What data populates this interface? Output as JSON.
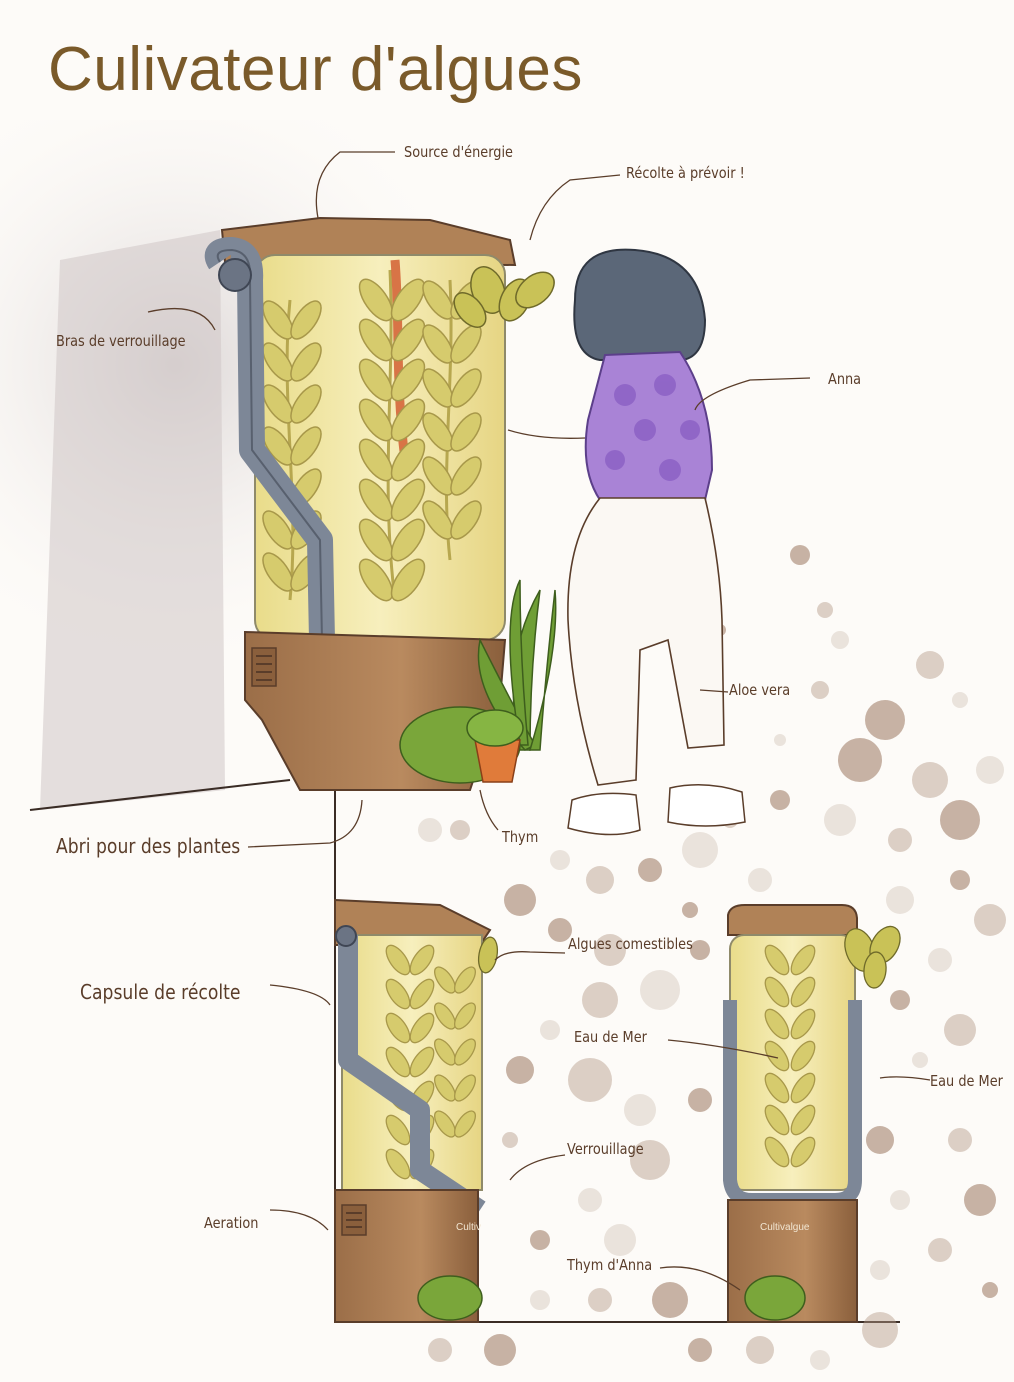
{
  "title": "Culivateur d'algues",
  "labels": {
    "source_energie": "Source d'énergie",
    "recolte_prevoir": "Récolte à prévoir !",
    "bras_verrouillage": "Bras de verrouillage",
    "anna": "Anna",
    "aloe_vera": "Aloe vera",
    "abri_plantes": "Abri pour des plantes",
    "thym": "Thym",
    "algues_comestibles": "Algues comestibles",
    "capsule_recolte": "Capsule de récolte",
    "eau_de_mer_center": "Eau de Mer",
    "eau_de_mer_right": "Eau de Mer",
    "verrouillage": "Verrouillage",
    "aeration": "Aeration",
    "thym_anna": "Thym d'Anna"
  },
  "brand": {
    "side": "Cultiv",
    "front": "Cultivalgue"
  },
  "colors": {
    "title": "#7a5a2a",
    "label": "#5a3d2a",
    "base": "#a87a52",
    "base_dark": "#7d5535",
    "glass": "#f1e7a4",
    "leaf": "#cfc265",
    "arm": "#7d8797",
    "sweater": "#a983d6",
    "hair": "#5b6778",
    "plant": "#7aa63a",
    "pot": "#e07b3a"
  },
  "icons": [
    "vent-grill-icon",
    "triangle-warning-icon"
  ]
}
